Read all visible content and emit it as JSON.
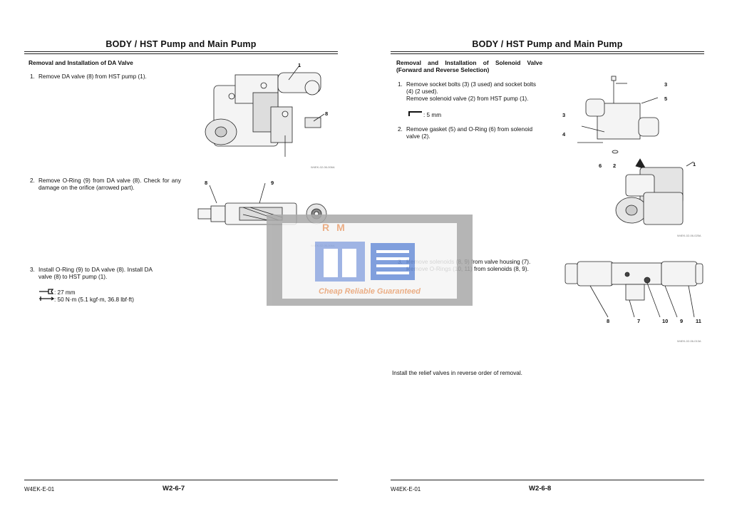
{
  "left": {
    "title": "BODY / HST Pump and Main Pump",
    "section": "Removal and Installation of DA Valve",
    "steps": [
      {
        "num": "1.",
        "text": "Remove DA valve (8) from HST pump (1)."
      },
      {
        "num": "2.",
        "text": "Remove O-Ring (9) from DA valve (8). Check for any damage on the orifice (arrowed part)."
      },
      {
        "num": "3.",
        "text": "Install O-Ring (9) to DA valve (8). Install DA valve (8) to HST pump (1)."
      }
    ],
    "tools": {
      "wrench": ": 27 mm",
      "torque": ": 50 N·m (5.1 kgf·m, 36.8 lbf·ft)"
    },
    "fig1_callouts": [
      "1",
      "8"
    ],
    "fig2_callouts": [
      "8",
      "9"
    ],
    "fig1_code": "W4EK-02-06-006A",
    "fig2_code": "W4EK-02-06-006A",
    "footer_code": "W4EK-E-01",
    "footer_page": "W2-6-7"
  },
  "right": {
    "title": "BODY / HST Pump and Main Pump",
    "section_line1": "Removal and Installation of Solenoid Valve",
    "section_line2": "(Forward and Reverse Selection)",
    "steps": [
      {
        "num": "1.",
        "text_lines": [
          "Remove socket bolts (3) (3 used) and socket bolts",
          "(4) (2 used).",
          "Remove solenoid valve (2) from HST pump (1)."
        ]
      },
      {
        "num": "2.",
        "text_lines": [
          "Remove gasket (5) and O-Ring (6) from solenoid",
          "valve (2)."
        ]
      },
      {
        "num": "3.",
        "text_lines": [
          "Remove solenoids (8, 9) from valve housing (7).",
          "Remove O-Rings (10, 11) from solenoids (8, 9)."
        ]
      }
    ],
    "hex_tool": ": 5 mm",
    "fig3_callouts": [
      "3",
      "5",
      "3",
      "4",
      "6",
      "2",
      "1"
    ],
    "fig4_callouts": [
      "8",
      "7",
      "10",
      "9",
      "11"
    ],
    "fig3_code": "W4EK-02-06-025A",
    "fig4_code": "W4EK-02-06-013A",
    "closing": "Install the relief valves in reverse order of removal.",
    "footer_code": "W4EK-E-01",
    "footer_page": "W2-6-8"
  },
  "watermark": {
    "logo_letters": "RM",
    "tagline": "Cheap Reliable Guaranteed"
  }
}
